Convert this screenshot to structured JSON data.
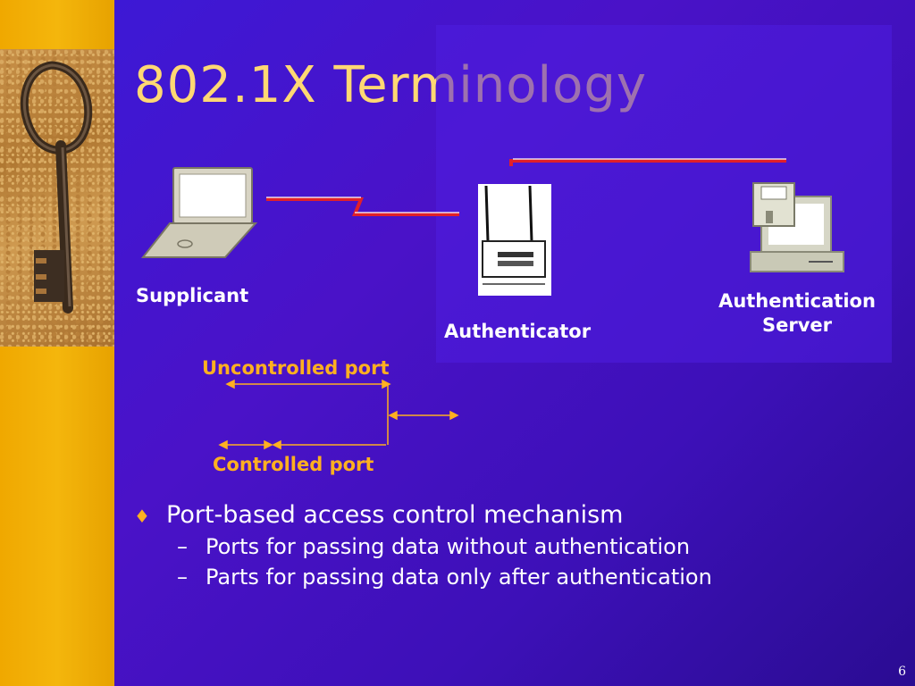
{
  "slide": {
    "title": "802.1X Terminology",
    "page_number": "6"
  },
  "diagram": {
    "nodes": {
      "supplicant": "Supplicant",
      "authenticator": "Authenticator",
      "auth_server_line1": "Authentication",
      "auth_server_line2": "Server"
    },
    "ports": {
      "uncontrolled": "Uncontrolled port",
      "controlled": "Controlled port"
    }
  },
  "bullets": {
    "main": "Port-based access control mechanism",
    "subs": [
      "Ports for passing data without authentication",
      "Parts for passing data only after authentication"
    ]
  },
  "colors": {
    "background": "#3d10b8",
    "title": "#ffd873",
    "accent": "#ffb020",
    "link": "#e0202a"
  }
}
